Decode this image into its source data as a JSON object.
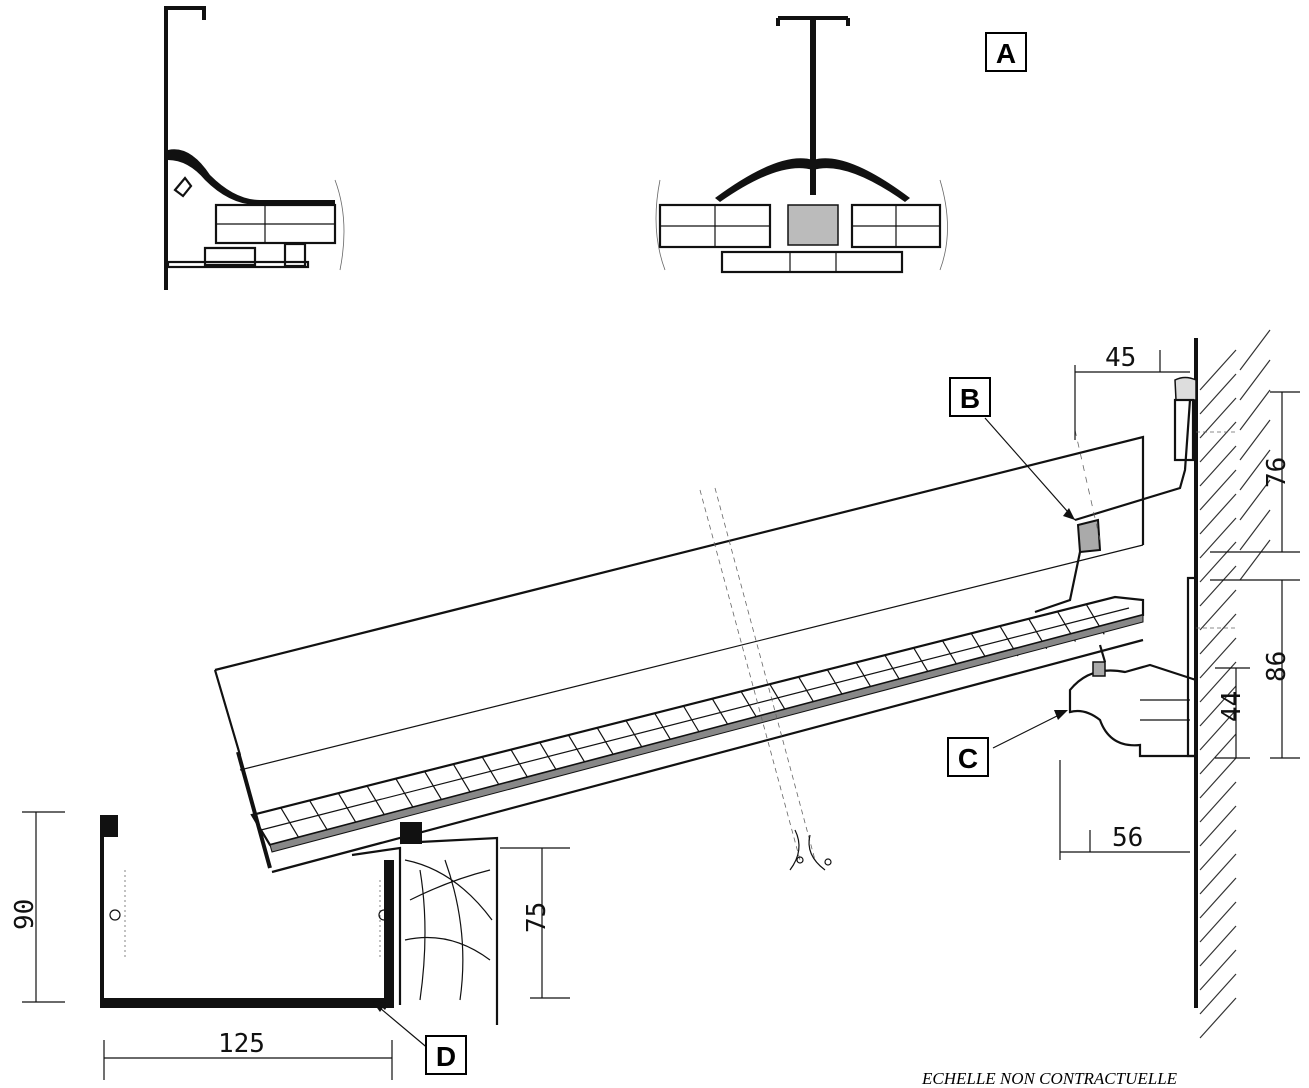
{
  "labels": {
    "a": "A",
    "b": "B",
    "c": "C",
    "d": "D"
  },
  "dimensions": {
    "top_offset": "45",
    "upper_height": "76",
    "lower_height": "86",
    "seal_height": "44",
    "bottom_offset": "56",
    "gutter_height": "90",
    "gutter_width": "125",
    "bracket_height": "75"
  },
  "footer": {
    "scale_note": "ECHELLE NON CONTRACTUELLE"
  },
  "colors": {
    "line": "#111111",
    "hatch": "#333333",
    "fill_light": "#bbbbbb"
  }
}
